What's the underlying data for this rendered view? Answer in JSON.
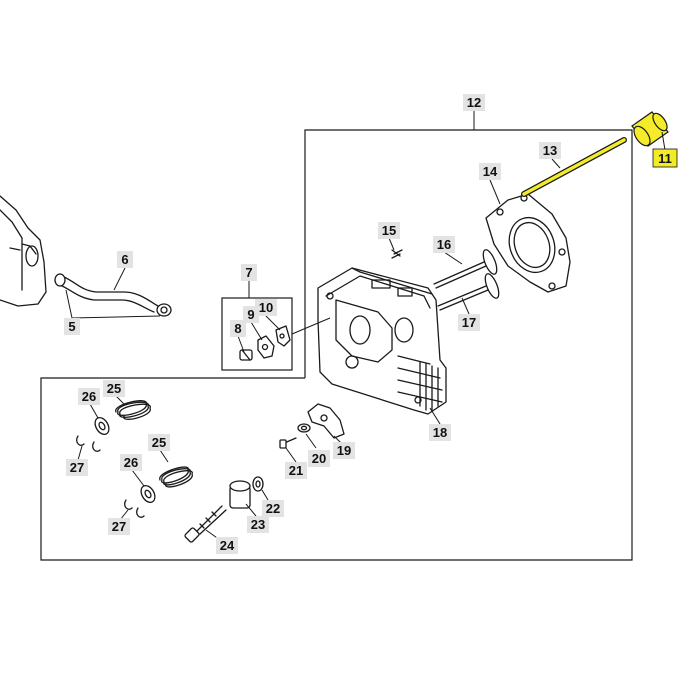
{
  "callouts": {
    "c5": "5",
    "c6": "6",
    "c7": "7",
    "c8": "8",
    "c9": "9",
    "c10": "10",
    "c11": "11",
    "c12": "12",
    "c13": "13",
    "c14": "14",
    "c15": "15",
    "c16": "16",
    "c17": "17",
    "c18": "18",
    "c19": "19",
    "c20": "20",
    "c21": "21",
    "c22": "22",
    "c23": "23",
    "c24": "24",
    "c25a": "25",
    "c25b": "25",
    "c26a": "26",
    "c26b": "26",
    "c27a": "27",
    "c27b": "27"
  },
  "highlight": {
    "part": "11",
    "color": "#f2ec28"
  }
}
